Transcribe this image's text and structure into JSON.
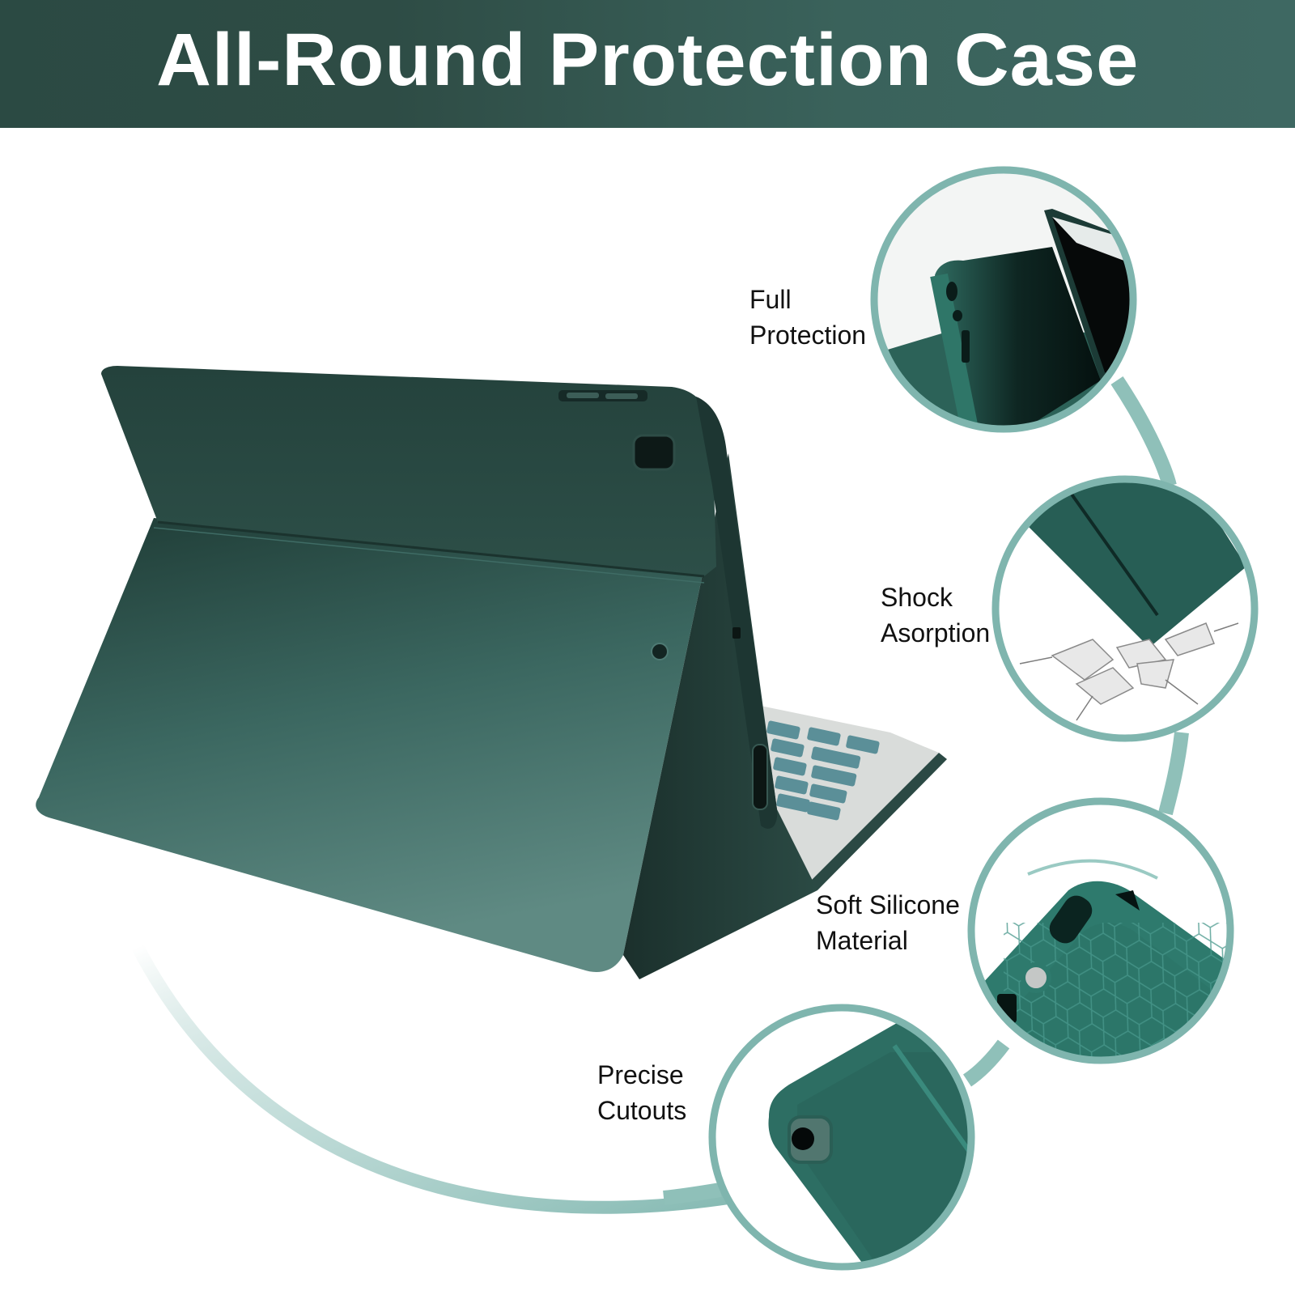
{
  "banner": {
    "title": "All-Round Protection Case",
    "background_color": "#2e4c45",
    "text_color": "#ffffff"
  },
  "product": {
    "name": "tablet-keyboard-case",
    "case_color": "#2f5a52",
    "keyboard_key_color": "#5b8f98",
    "accent_ring_color": "#7fb5ae"
  },
  "features": [
    {
      "id": "full-protection",
      "line1": "Full",
      "line2": "Protection",
      "icon": "case-corner-with-tablet-icon"
    },
    {
      "id": "shock-absorption",
      "line1": "Shock",
      "line2": "Asorption",
      "icon": "cracked-ground-impact-icon"
    },
    {
      "id": "soft-silicone",
      "line1": "Soft Silicone",
      "line2": "Material",
      "icon": "honeycomb-silicone-corner-icon"
    },
    {
      "id": "precise-cutouts",
      "line1": "Precise",
      "line2": "Cutouts",
      "icon": "camera-cutout-icon"
    }
  ]
}
